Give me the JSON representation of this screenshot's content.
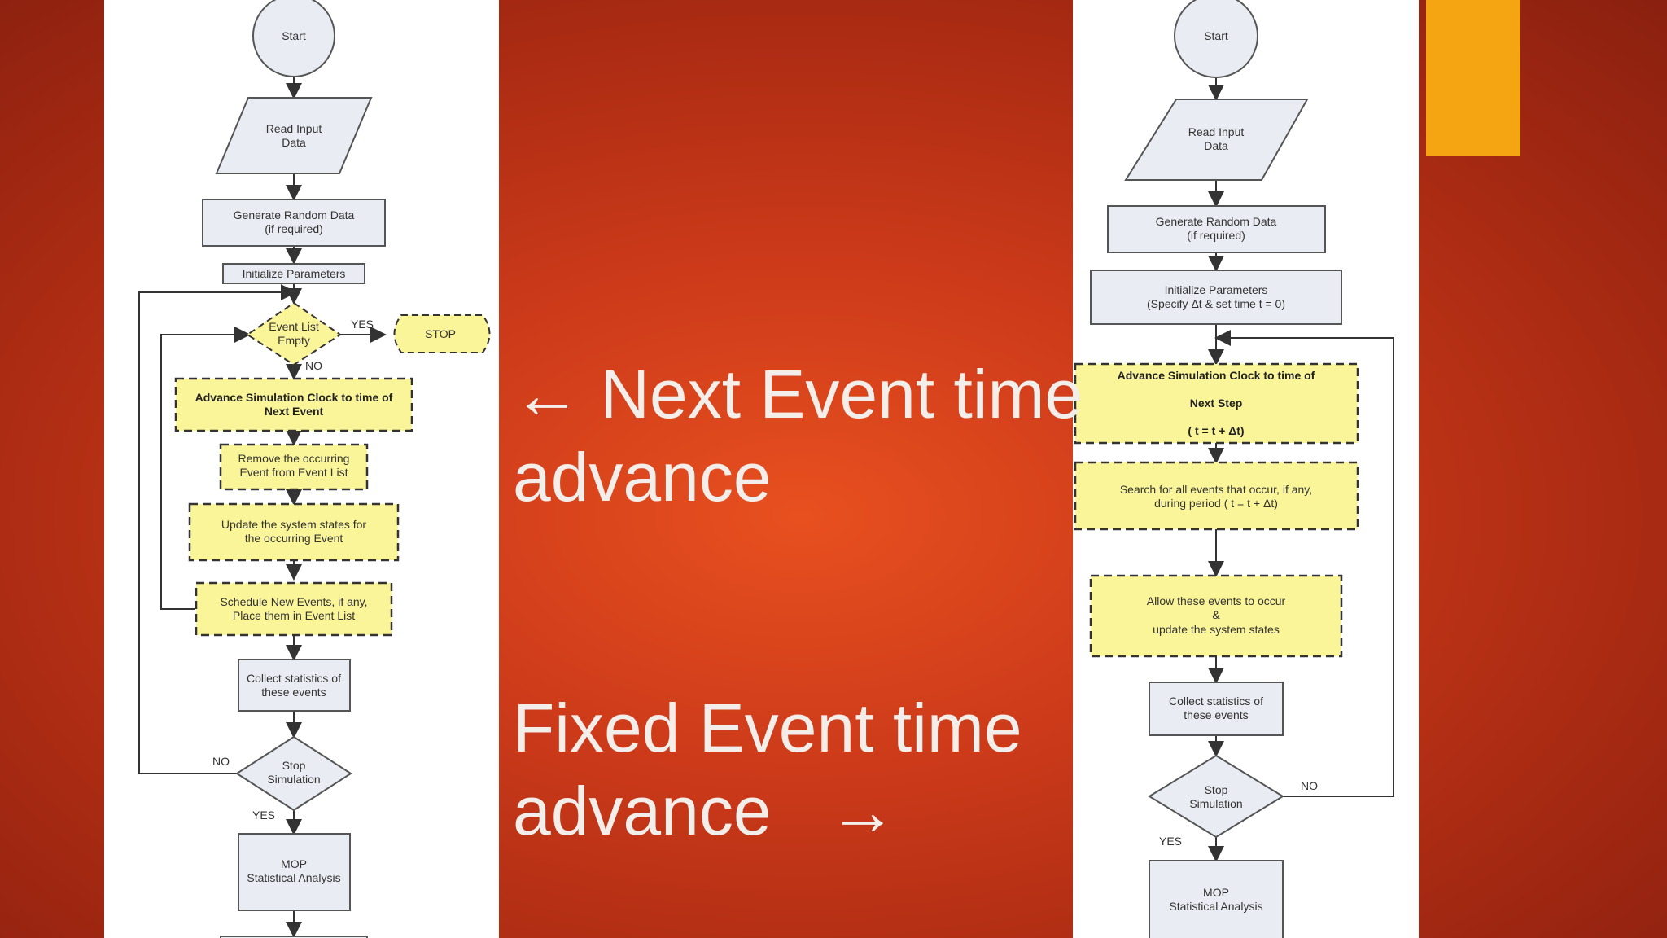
{
  "left_flowchart": {
    "start": "Start",
    "read_input": [
      "Read Input",
      "Data"
    ],
    "generate_random": [
      "Generate Random Data",
      "(if required)"
    ],
    "init_params": "Initialize Parameters",
    "event_list_empty": [
      "Event List",
      "Empty"
    ],
    "stop": "STOP",
    "yes": "YES",
    "no": "NO",
    "advance_clock": [
      "Advance Simulation Clock to time of",
      "Next Event"
    ],
    "remove_event": [
      "Remove the occurring",
      "Event from Event List"
    ],
    "update_states": [
      "Update the system states for",
      "the occurring Event"
    ],
    "schedule_events": [
      "Schedule New Events, if any,",
      "Place them in Event List"
    ],
    "collect_stats": [
      "Collect statistics of",
      "these events"
    ],
    "stop_simulation": [
      "Stop",
      "Simulation"
    ],
    "stop_no": "NO",
    "stop_yes": "YES",
    "mop": [
      "MOP",
      "Statistical Analysis"
    ]
  },
  "right_flowchart": {
    "start": "Start",
    "read_input": [
      "Read Input",
      "Data"
    ],
    "generate_random": [
      "Generate Random Data",
      "(if required)"
    ],
    "init_params": [
      "Initialize Parameters",
      "(Specify Δt & set time t = 0)"
    ],
    "advance_clock": [
      "Advance Simulation Clock to time of",
      "Next Step",
      "( t = t + Δt)"
    ],
    "search_events": [
      "Search for all events that occur, if any,",
      "during period ( t = t + Δt)"
    ],
    "allow_events": [
      "Allow these events to occur",
      "&",
      "update the system states"
    ],
    "collect_stats": [
      "Collect statistics of",
      "these events"
    ],
    "stop_simulation": [
      "Stop",
      "Simulation"
    ],
    "stop_no": "NO",
    "stop_yes": "YES",
    "mop": [
      "MOP",
      "Statistical Analysis"
    ]
  },
  "slide": {
    "next_event_line1": "← Next Event time",
    "next_event_line2": "advance",
    "fixed_event_line1": "Fixed Event time",
    "fixed_event_line2": "advance   →"
  },
  "colors": {
    "background": "#c93818",
    "accent": "#f5a512",
    "box_fill": "#e9ecf2",
    "highlight_fill": "#fbf59a",
    "text": "#f3eee9"
  }
}
